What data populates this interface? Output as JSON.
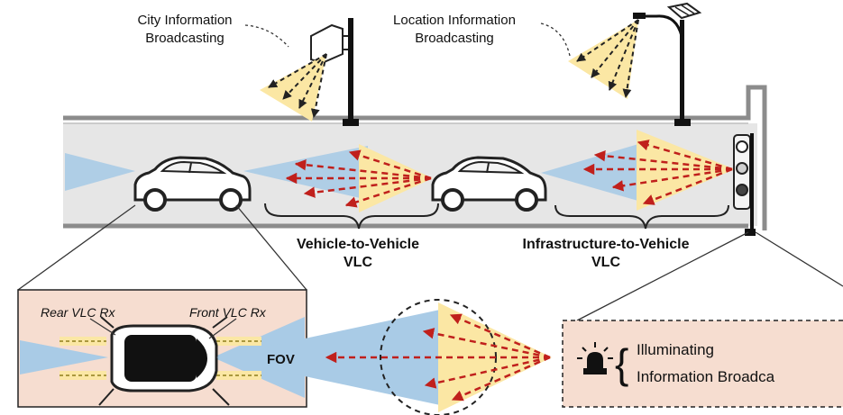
{
  "labels": {
    "city_info": [
      "City Information",
      "Broadcasting"
    ],
    "location_info": [
      "Location Information",
      "Broadcasting"
    ],
    "v2v": [
      "Vehicle-to-Vehicle",
      "VLC"
    ],
    "i2v": [
      "Infrastructure-to-Vehicle",
      "VLC"
    ],
    "rear_rx": "Rear VLC Rx",
    "front_rx": "Front VLC Rx",
    "fov": "FOV",
    "illuminating": "Illuminating",
    "info_broadcast": "Information Broadca"
  },
  "colors": {
    "road": "#e6e6e6",
    "road_edge": "#8c8c8c",
    "beam_yellow": "#fbe7a4",
    "fov_blue": "#a9cbe6",
    "arrow_red": "#c0201c",
    "panel_fill": "#f6ddd0",
    "pole": "#111111"
  }
}
